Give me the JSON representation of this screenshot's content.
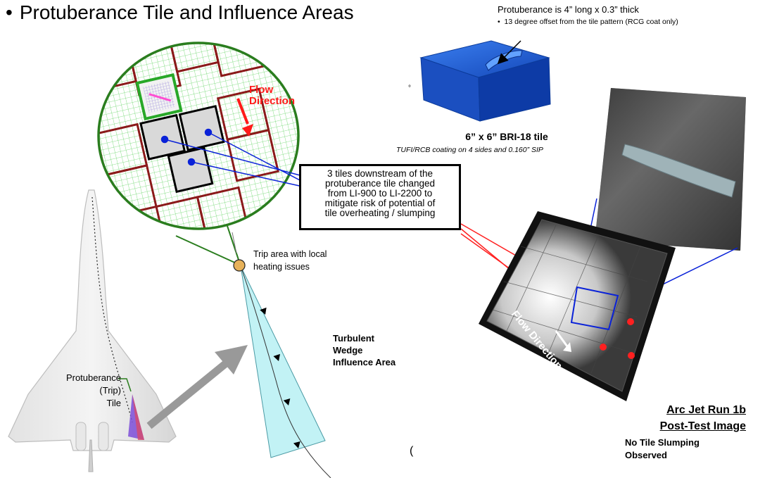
{
  "title": {
    "bullet": "•",
    "text": "Protuberance Tile and Influence Areas"
  },
  "protuberance_spec": {
    "heading": "Protuberance is 4” long x 0.3” thick",
    "bullet": "•",
    "note": "13 degree offset from the tile pattern (RCG coat only)"
  },
  "tile": {
    "name": "6” x 6” BRI-18 tile",
    "coating": "TUFI/RCB coating on 4 sides and 0.160” SIP"
  },
  "callout": {
    "lines": [
      "3 tiles downstream of the",
      "protuberance tile changed",
      "from LI-900 to LI-2200 to",
      "mitigate risk of potential of",
      "tile overheating / slumping"
    ]
  },
  "flow_label_red": {
    "line1": "Flow",
    "line2": "Direction"
  },
  "flow_label_photo": "Flow Direction",
  "trip_area": {
    "line1": "Trip area with local",
    "line2": "heating issues"
  },
  "turbulent": {
    "line1": "Turbulent",
    "line2": "Wedge",
    "line3": "Influence Area"
  },
  "protuberance_label": {
    "line1": "Protuberance",
    "line2": "(Trip)",
    "line3": "Tile"
  },
  "arc_jet": {
    "line1": "Arc Jet Run 1b",
    "line2": "Post-Test Image",
    "line3": "No Tile Slumping",
    "line4": "Observed"
  },
  "stray_marks": {
    "dot": "°",
    "tick": "("
  },
  "colors": {
    "green_border": "#2a7d1e",
    "grid_green": "#6ad66a",
    "tile_red_brown": "#8b1a1a",
    "blue_tile": "#1d5fd6",
    "wedge_cyan": "#c2f2f5",
    "leader_blue": "#0a22d8",
    "leader_red": "#ff2020",
    "arrow_gray": "#999999"
  }
}
